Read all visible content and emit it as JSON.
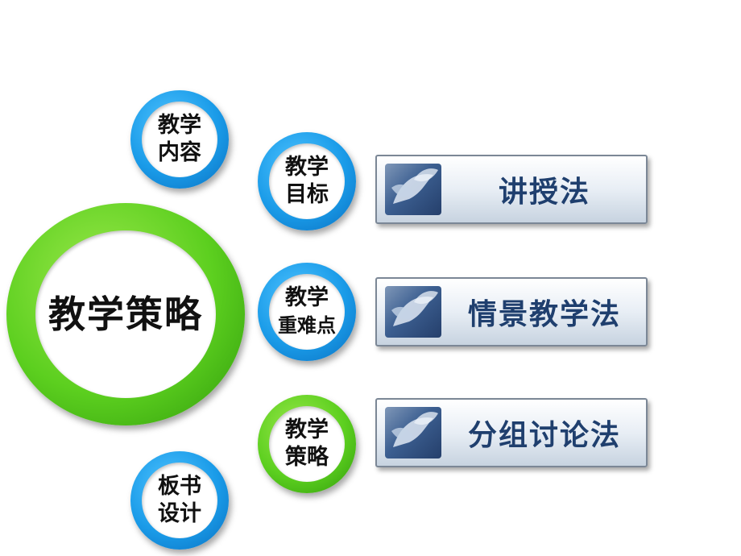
{
  "center": {
    "label": "教学策略"
  },
  "nodes": [
    {
      "id": "content",
      "line1": "教学",
      "line2": "内容",
      "color": "blue"
    },
    {
      "id": "goals",
      "line1": "教学",
      "line2": "目标",
      "color": "blue"
    },
    {
      "id": "keypoints",
      "line1": "教学",
      "line2": "重难点",
      "color": "blue"
    },
    {
      "id": "strategy",
      "line1": "教学",
      "line2": "策略",
      "color": "green"
    },
    {
      "id": "board",
      "line1": "板书",
      "line2": "设计",
      "color": "blue"
    }
  ],
  "methods": [
    {
      "label": "讲授法"
    },
    {
      "label": "情景教学法"
    },
    {
      "label": "分组讨论法"
    }
  ],
  "colors": {
    "blue": "#1a9be8",
    "green": "#5ccf1f",
    "card_text": "#1f3f6e"
  },
  "icons": {
    "card_thumbnail": "flower-image-icon"
  }
}
